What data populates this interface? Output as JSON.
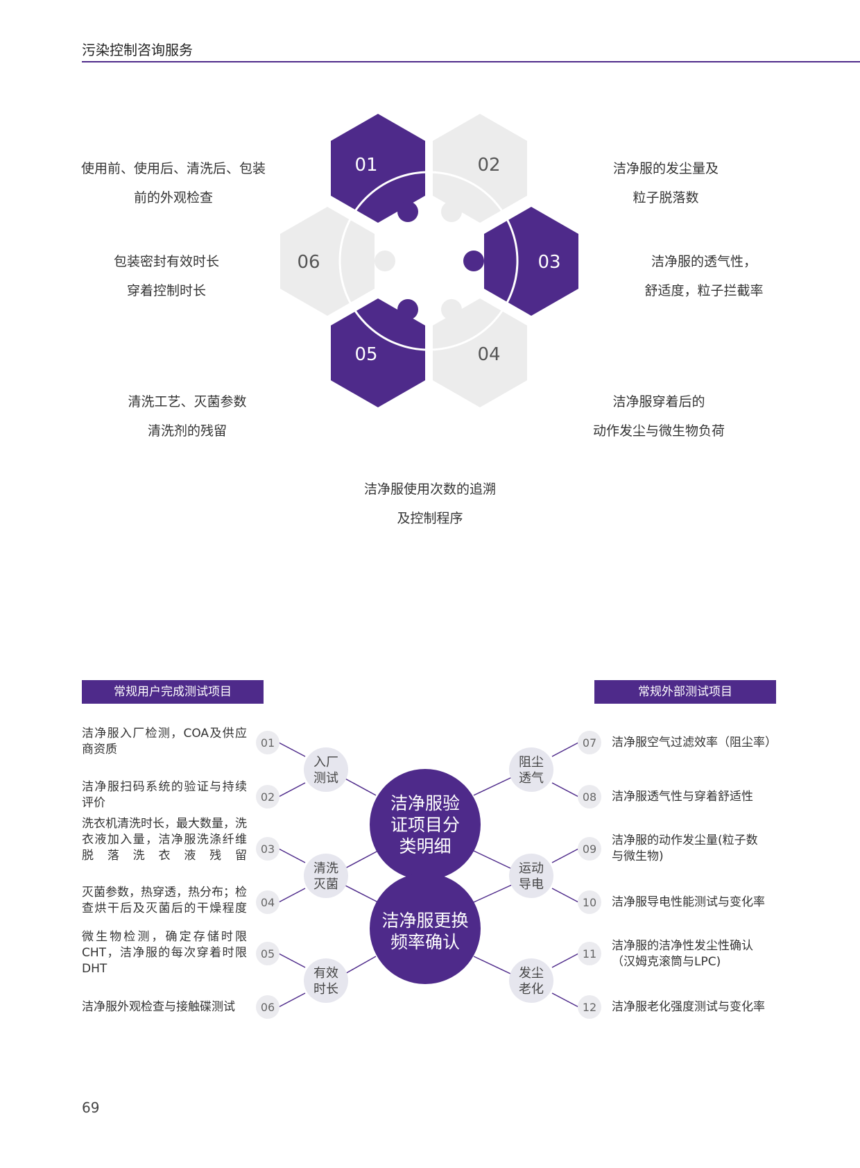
{
  "header": {
    "title": "污染控制咨询服务"
  },
  "page_number": "69",
  "hexagon_diagram": {
    "hexes": [
      {
        "num": "01",
        "filled": true
      },
      {
        "num": "02",
        "filled": false
      },
      {
        "num": "03",
        "filled": true
      },
      {
        "num": "04",
        "filled": false
      },
      {
        "num": "05",
        "filled": true
      },
      {
        "num": "06",
        "filled": false
      }
    ],
    "labels": [
      {
        "lines": [
          "使用前、使用后、清洗后、包装",
          "前的外观检查"
        ]
      },
      {
        "lines": [
          "洁净服的发尘量及",
          "粒子脱落数"
        ]
      },
      {
        "lines": [
          "包装密封有效时长",
          "穿着控制时长"
        ]
      },
      {
        "lines": [
          "洁净服的透气性，",
          "舒适度，粒子拦截率"
        ]
      },
      {
        "lines": [
          "清洗工艺、灭菌参数",
          "清洗剂的残留"
        ]
      },
      {
        "lines": [
          "洁净服穿着后的",
          "动作发尘与微生物负荷"
        ]
      },
      {
        "lines": [
          "洁净服使用次数的追溯",
          "及控制程序"
        ]
      }
    ]
  },
  "classification": {
    "left_header": "常规用户完成测试项目",
    "right_header": "常规外部测试项目",
    "center_top": [
      "洁净服验",
      "证项目分",
      "类明细"
    ],
    "center_bottom": [
      "洁净服更换",
      "频率确认"
    ],
    "left_categories": [
      {
        "lines": [
          "入厂",
          "测试"
        ]
      },
      {
        "lines": [
          "清洗",
          "灭菌"
        ]
      },
      {
        "lines": [
          "有效",
          "时长"
        ]
      }
    ],
    "right_categories": [
      {
        "lines": [
          "阻尘",
          "透气"
        ]
      },
      {
        "lines": [
          "运动",
          "导电"
        ]
      },
      {
        "lines": [
          "发尘",
          "老化"
        ]
      }
    ],
    "left_items": [
      {
        "num": "01",
        "lines": [
          "洁净服入厂检测，COA及供应",
          "商资质"
        ]
      },
      {
        "num": "02",
        "lines": [
          "洁净服扫码系统的验证与持续",
          "评价"
        ]
      },
      {
        "num": "03",
        "lines": [
          "洗衣机清洗时长，最大数量，洗",
          "衣液加入量，洁净服洗涤纤维",
          "脱落洗衣液残留"
        ]
      },
      {
        "num": "04",
        "lines": [
          "灭菌参数，热穿透，热分布；检",
          "查烘干后及灭菌后的干燥程度"
        ]
      },
      {
        "num": "05",
        "lines": [
          "微生物检测，确定存储时限",
          "CHT，洁净服的每次穿着时限",
          "DHT"
        ]
      },
      {
        "num": "06",
        "lines": [
          "洁净服外观检查与接触碟测试"
        ]
      }
    ],
    "right_items": [
      {
        "num": "07",
        "lines": [
          "洁净服空气过滤效率（阻尘率）"
        ]
      },
      {
        "num": "08",
        "lines": [
          "洁净服透气性与穿着舒适性"
        ]
      },
      {
        "num": "09",
        "lines": [
          "洁净服的动作发尘量(粒子数",
          "与微生物)"
        ]
      },
      {
        "num": "10",
        "lines": [
          "洁净服导电性能测试与变化率"
        ]
      },
      {
        "num": "11",
        "lines": [
          "洁净服的洁净性发尘性确认",
          "（汉姆克滚筒与LPC)"
        ]
      },
      {
        "num": "12",
        "lines": [
          "洁净服老化强度测试与变化率"
        ]
      }
    ]
  },
  "colors": {
    "accent": "#4e2a8a",
    "light_gray": "#ececec",
    "circle_gray": "#e6e6ee"
  }
}
